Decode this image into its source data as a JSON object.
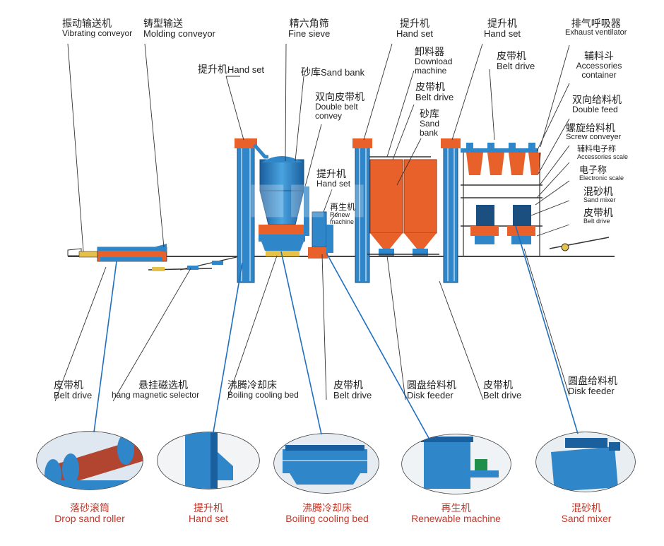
{
  "labels": {
    "vibrating_conveyor": {
      "zh": "振动输送机",
      "en": "Vibrating conveyor"
    },
    "molding_conveyor": {
      "zh": "铸型输送",
      "en": "Molding conveyor"
    },
    "fine_sieve": {
      "zh": "精六角筛",
      "en": "Fine sieve"
    },
    "hand_set_1": {
      "zh": "提升机",
      "en": "Hand set"
    },
    "hand_set_2": {
      "zh": "提升机",
      "en": "Hand set"
    },
    "exhaust_ventilator": {
      "zh": "排气呼吸器",
      "en": "Exhaust ventilator"
    },
    "hand_set_left": {
      "zh": "提升机",
      "en": "Hand set"
    },
    "sand_bank_1": {
      "zh": "砂库",
      "en": "Sand bank"
    },
    "download_machine": {
      "zh": "卸料器",
      "en": "Download machine"
    },
    "belt_drive_top1": {
      "zh": "皮带机",
      "en": "Belt drive"
    },
    "accessories_container": {
      "zh": "辅料斗",
      "en": "Accessories container"
    },
    "double_belt_convey": {
      "zh": "双向皮带机",
      "en": "Double belt convey"
    },
    "belt_drive_top2": {
      "zh": "皮带机",
      "en": "Belt drive"
    },
    "double_feed": {
      "zh": "双向给料机",
      "en": "Double feed"
    },
    "sand_bank_2": {
      "zh": "砂库",
      "en": "Sand bank"
    },
    "screw_conveyer": {
      "zh": "螺旋给料机",
      "en": "Screw conveyer"
    },
    "accessories_scale": {
      "zh": "辅料电子称",
      "en": "Accessories scale"
    },
    "hand_set_mid": {
      "zh": "提升机",
      "en": "Hand set"
    },
    "electronic_scale": {
      "zh": "电子称",
      "en": "Electronic scale"
    },
    "renew_machine": {
      "zh": "再生机",
      "en": "Renew machine"
    },
    "sand_mixer_top": {
      "zh": "混砂机",
      "en": "Sand mixer"
    },
    "belt_drive_top3": {
      "zh": "皮带机",
      "en": "Belt drive"
    },
    "belt_drive_low1": {
      "zh": "皮带机",
      "en": "Belt drive"
    },
    "hang_magnetic_selector": {
      "zh": "悬挂磁选机",
      "en": "hang magnetic selector"
    },
    "boiling_cooling_bed_low": {
      "zh": "沸腾冷却床",
      "en": "Boiling cooling bed"
    },
    "belt_drive_low2": {
      "zh": "皮带机",
      "en": "Belt drive"
    },
    "disk_feeder_low1": {
      "zh": "圆盘给料机",
      "en": "Disk feeder"
    },
    "belt_drive_low3": {
      "zh": "皮带机",
      "en": "Belt drive"
    },
    "disk_feeder_low2": {
      "zh": "圆盘给料机",
      "en": "Disk feeder"
    }
  },
  "photos": [
    {
      "zh": "落砂滚筒",
      "en": "Drop sand roller"
    },
    {
      "zh": "提升机",
      "en": "Hand set"
    },
    {
      "zh": "沸腾冷却床",
      "en": "Boiling cooling bed"
    },
    {
      "zh": "再生机",
      "en": "Renewable machine"
    },
    {
      "zh": "混砂机",
      "en": "Sand mixer"
    }
  ],
  "colors": {
    "machine_blue": "#2f86c8",
    "machine_orange": "#e8612a",
    "leader_line": "#333333",
    "photo_line": "#1f6fc0",
    "caption_red": "#c0392b"
  }
}
